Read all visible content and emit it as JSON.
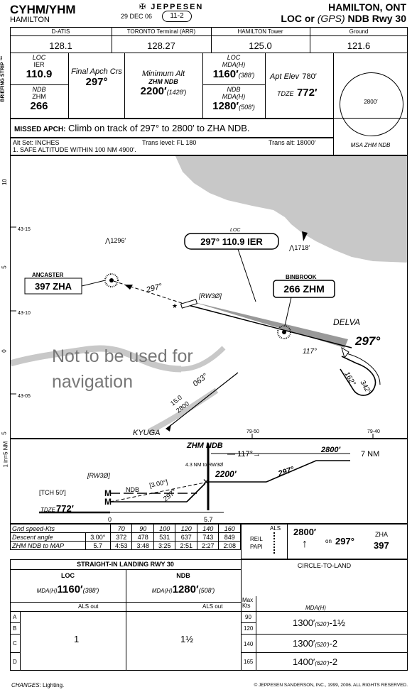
{
  "header": {
    "icao": "CYHM/YHM",
    "city": "HAMILTON",
    "brand": "JEPPESEN",
    "date": "29 DEC 06",
    "chart_no": "11-2",
    "location": "HAMILTON, ONT",
    "title_a": "LOC or",
    "title_gps": "(GPS)",
    "title_b": "NDB Rwy 30"
  },
  "comms": [
    {
      "label": "D-ATIS",
      "freq": "128.1"
    },
    {
      "label": "TORONTO Terminal (ARR)",
      "freq": "128.27"
    },
    {
      "label": "HAMILTON Tower",
      "freq": "125.0"
    },
    {
      "label": "Ground",
      "freq": "121.6"
    }
  ],
  "briefing": {
    "strip_label": "BRIEFING STRIP ™",
    "loc_label": "LOC",
    "loc_ident": "IER",
    "loc_freq": "110.9",
    "ndb_label": "NDB",
    "ndb_ident": "ZHM",
    "ndb_freq": "266",
    "final_label": "Final Apch Crs",
    "final_crs": "297°",
    "min_alt_label": "Minimum Alt",
    "min_alt_fix": "ZHM NDB",
    "min_alt": "2200′",
    "min_alt_agl": "(1428′)",
    "loc_mda_label": "LOC MDA(H)",
    "loc_mda": "1160′",
    "loc_mda_agl": "(388′)",
    "ndb_mda_label": "NDB MDA(H)",
    "ndb_mda": "1280′",
    "ndb_mda_agl": "(508′)",
    "apt_elev_label": "Apt Elev",
    "apt_elev": "780′",
    "tdze_label": "TDZE",
    "tdze": "772′",
    "msa_alt": "2800′",
    "msa_label": "MSA ZHM NDB",
    "missed_label": "MISSED APCH:",
    "missed_text": "Climb on track of 297° to 2800′ to ZHA NDB.",
    "alt_set": "Alt Set: INCHES",
    "trans_level": "Trans level: FL 180",
    "trans_alt": "Trans alt: 18000′",
    "note1": "1. SAFE ALTITUDE WITHIN 100 NM 4900′."
  },
  "plan": {
    "lat1": "43-15",
    "lat2": "43-10",
    "lat3": "43-05",
    "lon1": "79-50",
    "lon2": "79-40",
    "scale10": "10",
    "scale5": "5",
    "scale0": "0",
    "scale5b": "5",
    "elev1": "1296′",
    "elev2": "1718′",
    "loc_label": "LOC",
    "loc_box": "297° 110.9 IER",
    "ancaster_name": "ANCASTER",
    "ancaster_box": "397 ZHA",
    "binbrook_name": "BINBROOK",
    "binbrook_box": "266 ZHM",
    "delva": "DELVA",
    "crs297": "297°",
    "crs297_missed": "297°",
    "rw30": "[RW3Ø]",
    "crs117": "117°",
    "crs162": "162°",
    "crs342": "342°",
    "crs063": "063°",
    "kyuga": "KYUGA",
    "kyuga_alt": "2800",
    "kyuga_dist": "15.0",
    "watermark1": "Not to be used for",
    "watermark2": "navigation"
  },
  "profile": {
    "scale_label": "1 in=5 NM",
    "ndb_name": "ZHM NDB",
    "crs117": "117°",
    "alt2800": "2800′",
    "nm7": "7 NM",
    "crs297": "297°",
    "alt2200": "2200′",
    "dist_label": "4.3 NM to RW3Ø",
    "rw30": "[RW3Ø]",
    "ndb": "NDB",
    "angle": "[3.00°]",
    "tch": "[TCH 50′]",
    "tdze_label": "TDZE",
    "tdze": "772′",
    "crs297b": "297°",
    "dist0": "0",
    "dist57": "5.7"
  },
  "descent": {
    "row1_label": "Gnd speed-Kts",
    "speeds": [
      "70",
      "90",
      "100",
      "120",
      "140",
      "160"
    ],
    "row2_label": "Descent angle",
    "angle": "3.00°",
    "rates": [
      "372",
      "478",
      "531",
      "637",
      "743",
      "849"
    ],
    "row3_label": "ZHM NDB to MAP",
    "row3_dist": "5.7",
    "times": [
      "4:53",
      "3:48",
      "3:25",
      "2:51",
      "2:27",
      "2:08"
    ]
  },
  "missed_icons": {
    "reil": "REIL",
    "papi": "PAPI",
    "als": "ALS",
    "alt": "2800′",
    "on": "on",
    "crs": "297°",
    "zha": "ZHA",
    "zha_freq": "397"
  },
  "minimums": {
    "straight_in": "STRAIGHT-IN LANDING RWY 30",
    "loc": "LOC",
    "ndb": "NDB",
    "mda": "MDA(H)",
    "loc_mda": "1160′",
    "loc_agl": "(388′)",
    "ndb_mda": "1280′",
    "ndb_agl": "(508′)",
    "als_out": "ALS out",
    "cats": [
      "A",
      "B",
      "C",
      "D"
    ],
    "loc_vis": "1",
    "ndb_vis": "1½",
    "circle": "CIRCLE-TO-LAND",
    "max_kts": "Max Kts",
    "circle_mda": "MDA(H)",
    "circle_rows": [
      {
        "kts": "90",
        "val": "1300′",
        "agl": "(520′)",
        "vis": "-1½"
      },
      {
        "kts": "120",
        "val": "",
        "agl": "",
        "vis": ""
      },
      {
        "kts": "140",
        "val": "1300′",
        "agl": "(520′)",
        "vis": "-2"
      },
      {
        "kts": "165",
        "val": "1400′",
        "agl": "(620′)",
        "vis": "-2"
      }
    ]
  },
  "footer": {
    "changes": "CHANGES:",
    "changes_text": "Lighting.",
    "copyright": "© JEPPESEN SANDERSON, INC., 1999, 2006. ALL RIGHTS RESERVED."
  }
}
